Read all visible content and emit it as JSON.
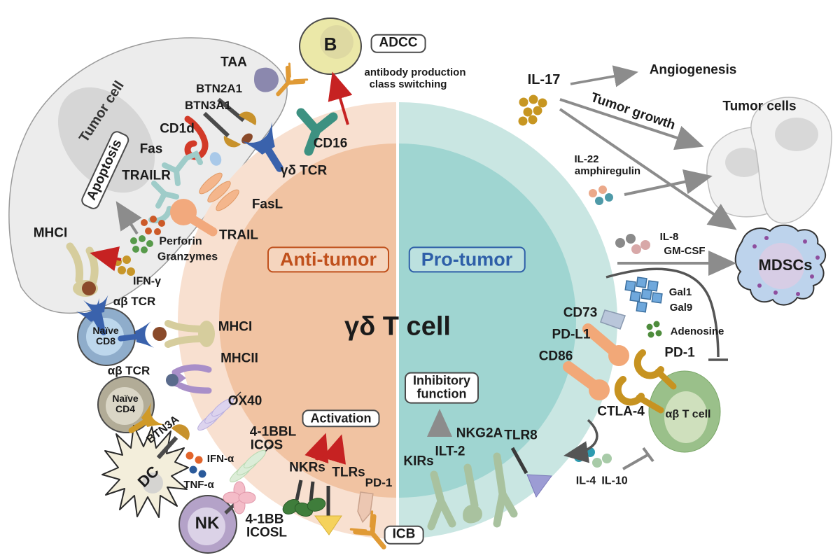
{
  "title": "γδ T cell",
  "colors": {
    "anti_tumor_accent": "#c0501c",
    "pro_tumor_accent": "#2e5fa8",
    "anti_fill_inner": "#f1c3a2",
    "anti_fill_outer": "#f8e0d0",
    "pro_fill_inner": "#9fd5d1",
    "pro_fill_outer": "#c9e6e2",
    "arrow_gray": "#8c8c8c",
    "arrow_red": "#c62222",
    "inhibit_line": "#555555"
  },
  "labels": {
    "tumor_cell": "Tumor cell",
    "apoptosis": "Apoptosis",
    "mhci_left": "MHCI",
    "taa": "TAA",
    "btn2a1": "BTN2A1",
    "btn3a1": "BTN3A1",
    "cd1d": "CD1d",
    "fas": "Fas",
    "trailr": "TRAILR",
    "b_cell": "B",
    "adcc": "ADCC",
    "antibody_production": "antibody production",
    "class_switching": "class switching",
    "cd16": "CD16",
    "gd_tcr": "γδ TCR",
    "fasl": "FasL",
    "trail": "TRAIL",
    "perforin": "Perforin",
    "granzymes": "Granzymes",
    "ifn_g": "IFN-γ",
    "ab_tcr_1": "αβ TCR",
    "naive_cd8_l1": "Naïve",
    "naive_cd8_l2": "CD8",
    "mhci_cell": "MHCI",
    "mhcii": "MHCII",
    "ab_tcr_2": "αβ TCR",
    "naive_cd4_l1": "Naïve",
    "naive_cd4_l2": "CD4",
    "btn3a": "BTN3A",
    "dc": "DC",
    "ifn_a": "IFN-α",
    "tnf_a": "TNF-α",
    "ox40": "OX40",
    "l41bbl": "4-1BBL",
    "icos": "ICOS",
    "nk": "NK",
    "l41bb": "4-1BB",
    "icosl": "ICOSL",
    "nkrs": "NKRs",
    "tlrs": "TLRs",
    "pd1_bottom": "PD-1",
    "activation": "Activation",
    "icb": "ICB",
    "anti_tumor": "Anti-tumor",
    "pro_tumor": "Pro-tumor",
    "gdt_title": "γδ T cell",
    "inhibitory_l1": "Inhibitory",
    "inhibitory_l2": "function",
    "kirs": "KIRs",
    "ilt2": "ILT-2",
    "nkg2a": "NKG2A",
    "tlr8": "TLR8",
    "il17": "IL-17",
    "angiogenesis": "Angiogenesis",
    "tumor_growth": "Tumor growth",
    "tumor_cells": "Tumor cells",
    "il22": "IL-22",
    "amphiregulin": "amphiregulin",
    "il8": "IL-8",
    "gmcsf": "GM-CSF",
    "mdscs": "MDSCs",
    "gal1": "Gal1",
    "gal9": "Gal9",
    "adenosine": "Adenosine",
    "pd1_right": "PD-1",
    "cd73": "CD73",
    "pdl1": "PD-L1",
    "cd86": "CD86",
    "ctla4": "CTLA-4",
    "ab_t_cell": "αβ T cell",
    "il4": "IL-4",
    "il10": "IL-10"
  }
}
